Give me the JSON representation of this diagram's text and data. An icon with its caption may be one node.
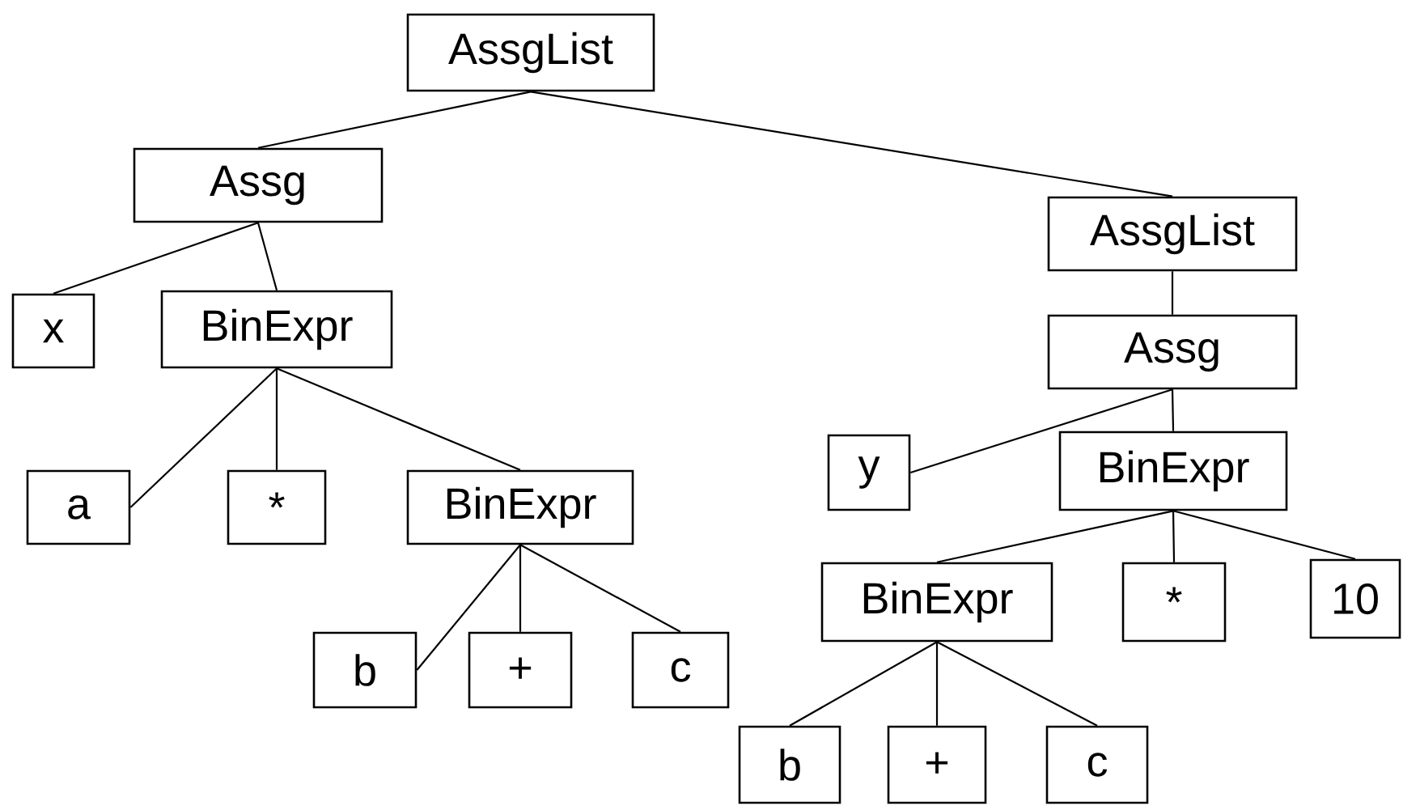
{
  "diagram": {
    "nodes": [
      {
        "text": [
          "AssgList"
        ]
      },
      {
        "text": [
          "Assg"
        ]
      },
      {
        "text": [
          "x"
        ]
      },
      {
        "text": [
          "BinExpr"
        ]
      },
      {
        "text": [
          "a"
        ]
      },
      {
        "text": [
          "*"
        ]
      },
      {
        "text": [
          "BinExpr"
        ]
      },
      {
        "text": [
          "b"
        ]
      },
      {
        "text": [
          "+"
        ]
      },
      {
        "text": [
          "c"
        ]
      },
      {
        "text": [
          "AssgList"
        ]
      },
      {
        "text": [
          "Assg"
        ]
      },
      {
        "text": [
          "y"
        ]
      },
      {
        "text": [
          "BinExpr"
        ]
      },
      {
        "text": [
          "BinExpr"
        ]
      },
      {
        "text": [
          "*"
        ]
      },
      {
        "text": [
          "10"
        ]
      },
      {
        "text": [
          "b"
        ]
      },
      {
        "text": [
          "+"
        ]
      },
      {
        "text": [
          "c"
        ]
      }
    ],
    "edges": [
      {
        "from": 0,
        "to": 1,
        "arrow": "none"
      },
      {
        "from": 0,
        "to": 10,
        "arrow": "none"
      },
      {
        "from": 1,
        "to": 2,
        "arrow": "none"
      },
      {
        "from": 1,
        "to": 3,
        "arrow": "none"
      },
      {
        "from": 3,
        "to": 4,
        "arrow": "none"
      },
      {
        "from": 3,
        "to": 5,
        "arrow": "none"
      },
      {
        "from": 3,
        "to": 6,
        "arrow": "none"
      },
      {
        "from": 6,
        "to": 7,
        "arrow": "none"
      },
      {
        "from": 6,
        "to": 8,
        "arrow": "none"
      },
      {
        "from": 6,
        "to": 9,
        "arrow": "none"
      },
      {
        "from": 10,
        "to": 11,
        "arrow": "none"
      },
      {
        "from": 11,
        "to": 12,
        "arrow": "none"
      },
      {
        "from": 11,
        "to": 13,
        "arrow": "none"
      },
      {
        "from": 13,
        "to": 14,
        "arrow": "none"
      },
      {
        "from": 13,
        "to": 15,
        "arrow": "none"
      },
      {
        "from": 13,
        "to": 16,
        "arrow": "none"
      },
      {
        "from": 14,
        "to": 17,
        "arrow": "none"
      },
      {
        "from": 14,
        "to": 18,
        "arrow": "none"
      },
      {
        "from": 14,
        "to": 19,
        "arrow": "none"
      }
    ]
  }
}
